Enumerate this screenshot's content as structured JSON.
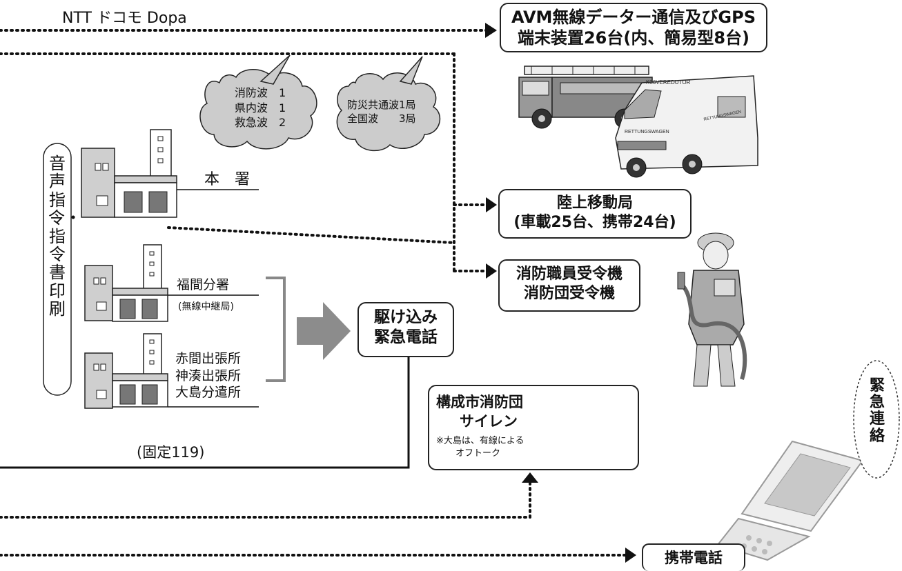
{
  "top_line_label": "NTT ドコモ Dopa",
  "avm_box": {
    "line1": "AVM無線データー通信及びGPS",
    "line2": "端末装置26台(内、簡易型8台)"
  },
  "cloud_left": {
    "line1": "消防波　1",
    "line2": "県内波　1",
    "line3": "救急波　2"
  },
  "cloud_right": {
    "line1": "防災共通波1局",
    "line2": "全国波　　3局"
  },
  "vertical_label": "音声指令・指令書印刷",
  "honsho_label": "本　署",
  "fukuma": {
    "name": "福間分署",
    "note": "(無線中継局)"
  },
  "branches": {
    "line1": "赤間出張所",
    "line2": "神湊出張所",
    "line3": "大島分遣所"
  },
  "fixed_label": "(固定119)",
  "rush_box": {
    "line1": "駆け込み",
    "line2": "緊急電話"
  },
  "land_mobile": {
    "line1": "陸上移動局",
    "line2": "(車載25台、携帯24台)"
  },
  "receivers": {
    "line1": "消防職員受令機",
    "line2": "消防団受令機"
  },
  "siren_box": {
    "line1": "構成市消防団",
    "line2": "サイレン",
    "note1": "※大島は、有線による",
    "note2": "オフトーク"
  },
  "emergency_label": "緊急連絡",
  "mobile_label": "携帯電話",
  "vehicle_text": {
    "ladder": "K36VEREDUTOR",
    "ambulance1": "RETTUNGSWAGEN",
    "ambulance2": "RETTUNGSWAGEN"
  },
  "colors": {
    "line": "#111111",
    "arrow_fill": "#8c8c8c",
    "building_fill": "#cfcfcf",
    "cloud_fill": "#cccccc"
  }
}
